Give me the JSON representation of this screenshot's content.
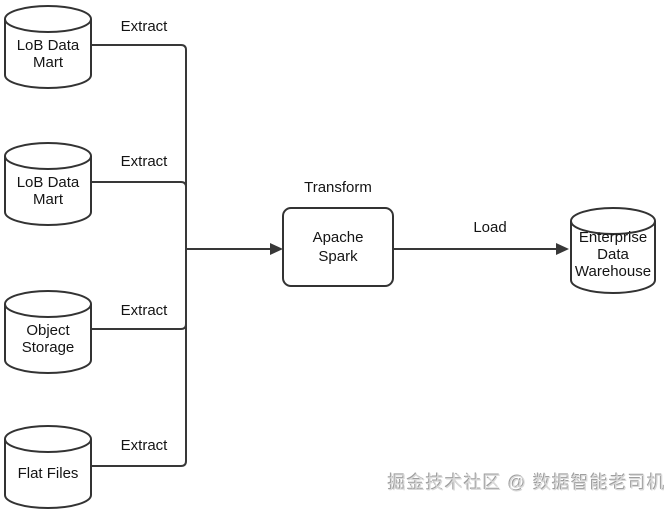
{
  "diagram": {
    "sources": [
      {
        "label": "LoB Data Mart"
      },
      {
        "label": "LoB Data Mart"
      },
      {
        "label": "Object Storage"
      },
      {
        "label": "Flat Files"
      }
    ],
    "process": {
      "label": "Apache Spark"
    },
    "target": {
      "label": "Enterprise Data Warehouse"
    },
    "edge_labels": {
      "extract1": "Extract",
      "extract2": "Extract",
      "extract3": "Extract",
      "extract4": "Extract",
      "transform": "Transform",
      "load": "Load"
    },
    "colors": {
      "stroke": "#383838",
      "text": "#141414",
      "background": "#ffffff",
      "watermark": "#d9d9d9"
    }
  },
  "watermark": {
    "text": "掘金技术社区 @ 数据智能老司机"
  }
}
